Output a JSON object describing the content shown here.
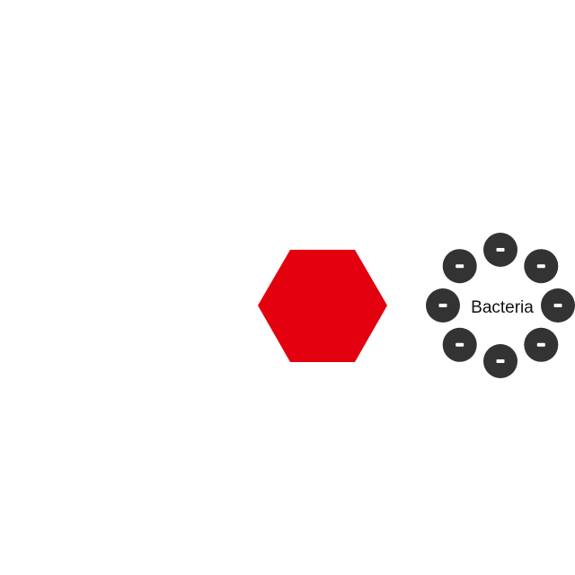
{
  "colors": {
    "background": "#ffffff",
    "particle": "#e3000f",
    "charge": "#333333",
    "charge_symbol": "#ffffff",
    "label": "#111111"
  },
  "particle": {
    "shape": "hexagon"
  },
  "bacteria": {
    "label": "Bacteria",
    "charge_symbol": "-",
    "charge_count": 8
  }
}
